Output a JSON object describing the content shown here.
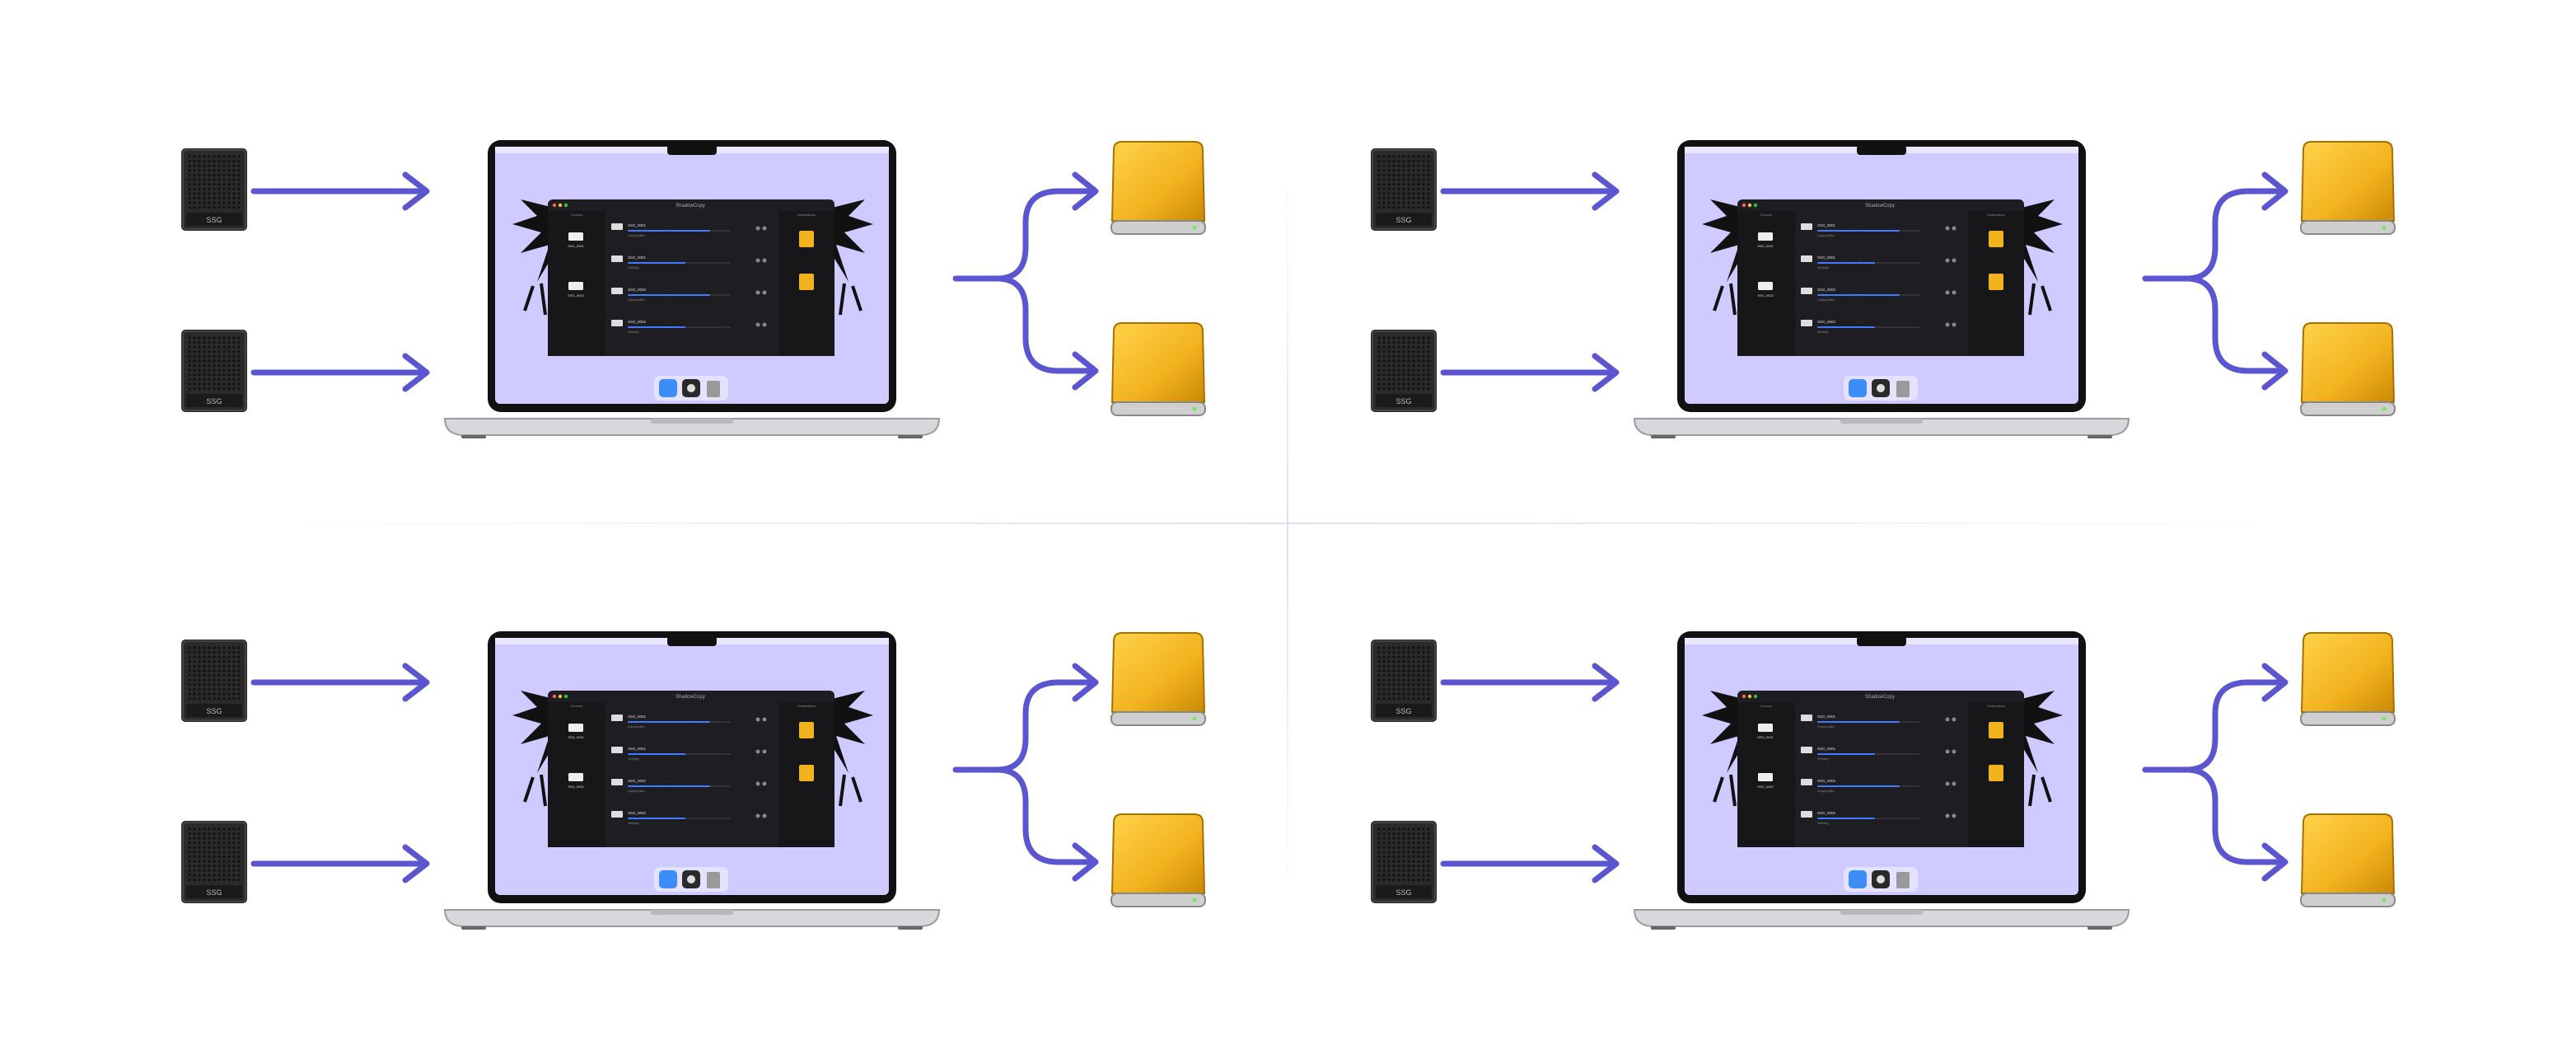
{
  "colors": {
    "arrow": "#5b55cf",
    "background": "#ffffff",
    "screen_wallpaper": "#cfcaff",
    "drive_gold": "#f2b21e",
    "enclosure_dark": "#2a2a2a",
    "app_window": "#1e1e22"
  },
  "source_device": {
    "icon": "storage-enclosure-icon",
    "label": "SSG"
  },
  "target_device": {
    "icon": "external-drive-icon"
  },
  "app_window": {
    "title": "ShadowCopy",
    "sidebar_left_heading": "Sources",
    "sidebar_right_heading": "Destinations",
    "rows": [
      {
        "name": "SSG_0001",
        "status": "Copying files..."
      },
      {
        "name": "SSG_0001",
        "status": "Verifying"
      },
      {
        "name": "SSG_0002",
        "status": "Copying files..."
      },
      {
        "name": "SSG_0002",
        "status": "Verifying"
      }
    ]
  },
  "dock": {
    "items": [
      "finder-icon",
      "app-icon",
      "trash-icon"
    ]
  },
  "quadrants": [
    {
      "id": "q1"
    },
    {
      "id": "q2"
    },
    {
      "id": "q3"
    },
    {
      "id": "q4"
    }
  ]
}
